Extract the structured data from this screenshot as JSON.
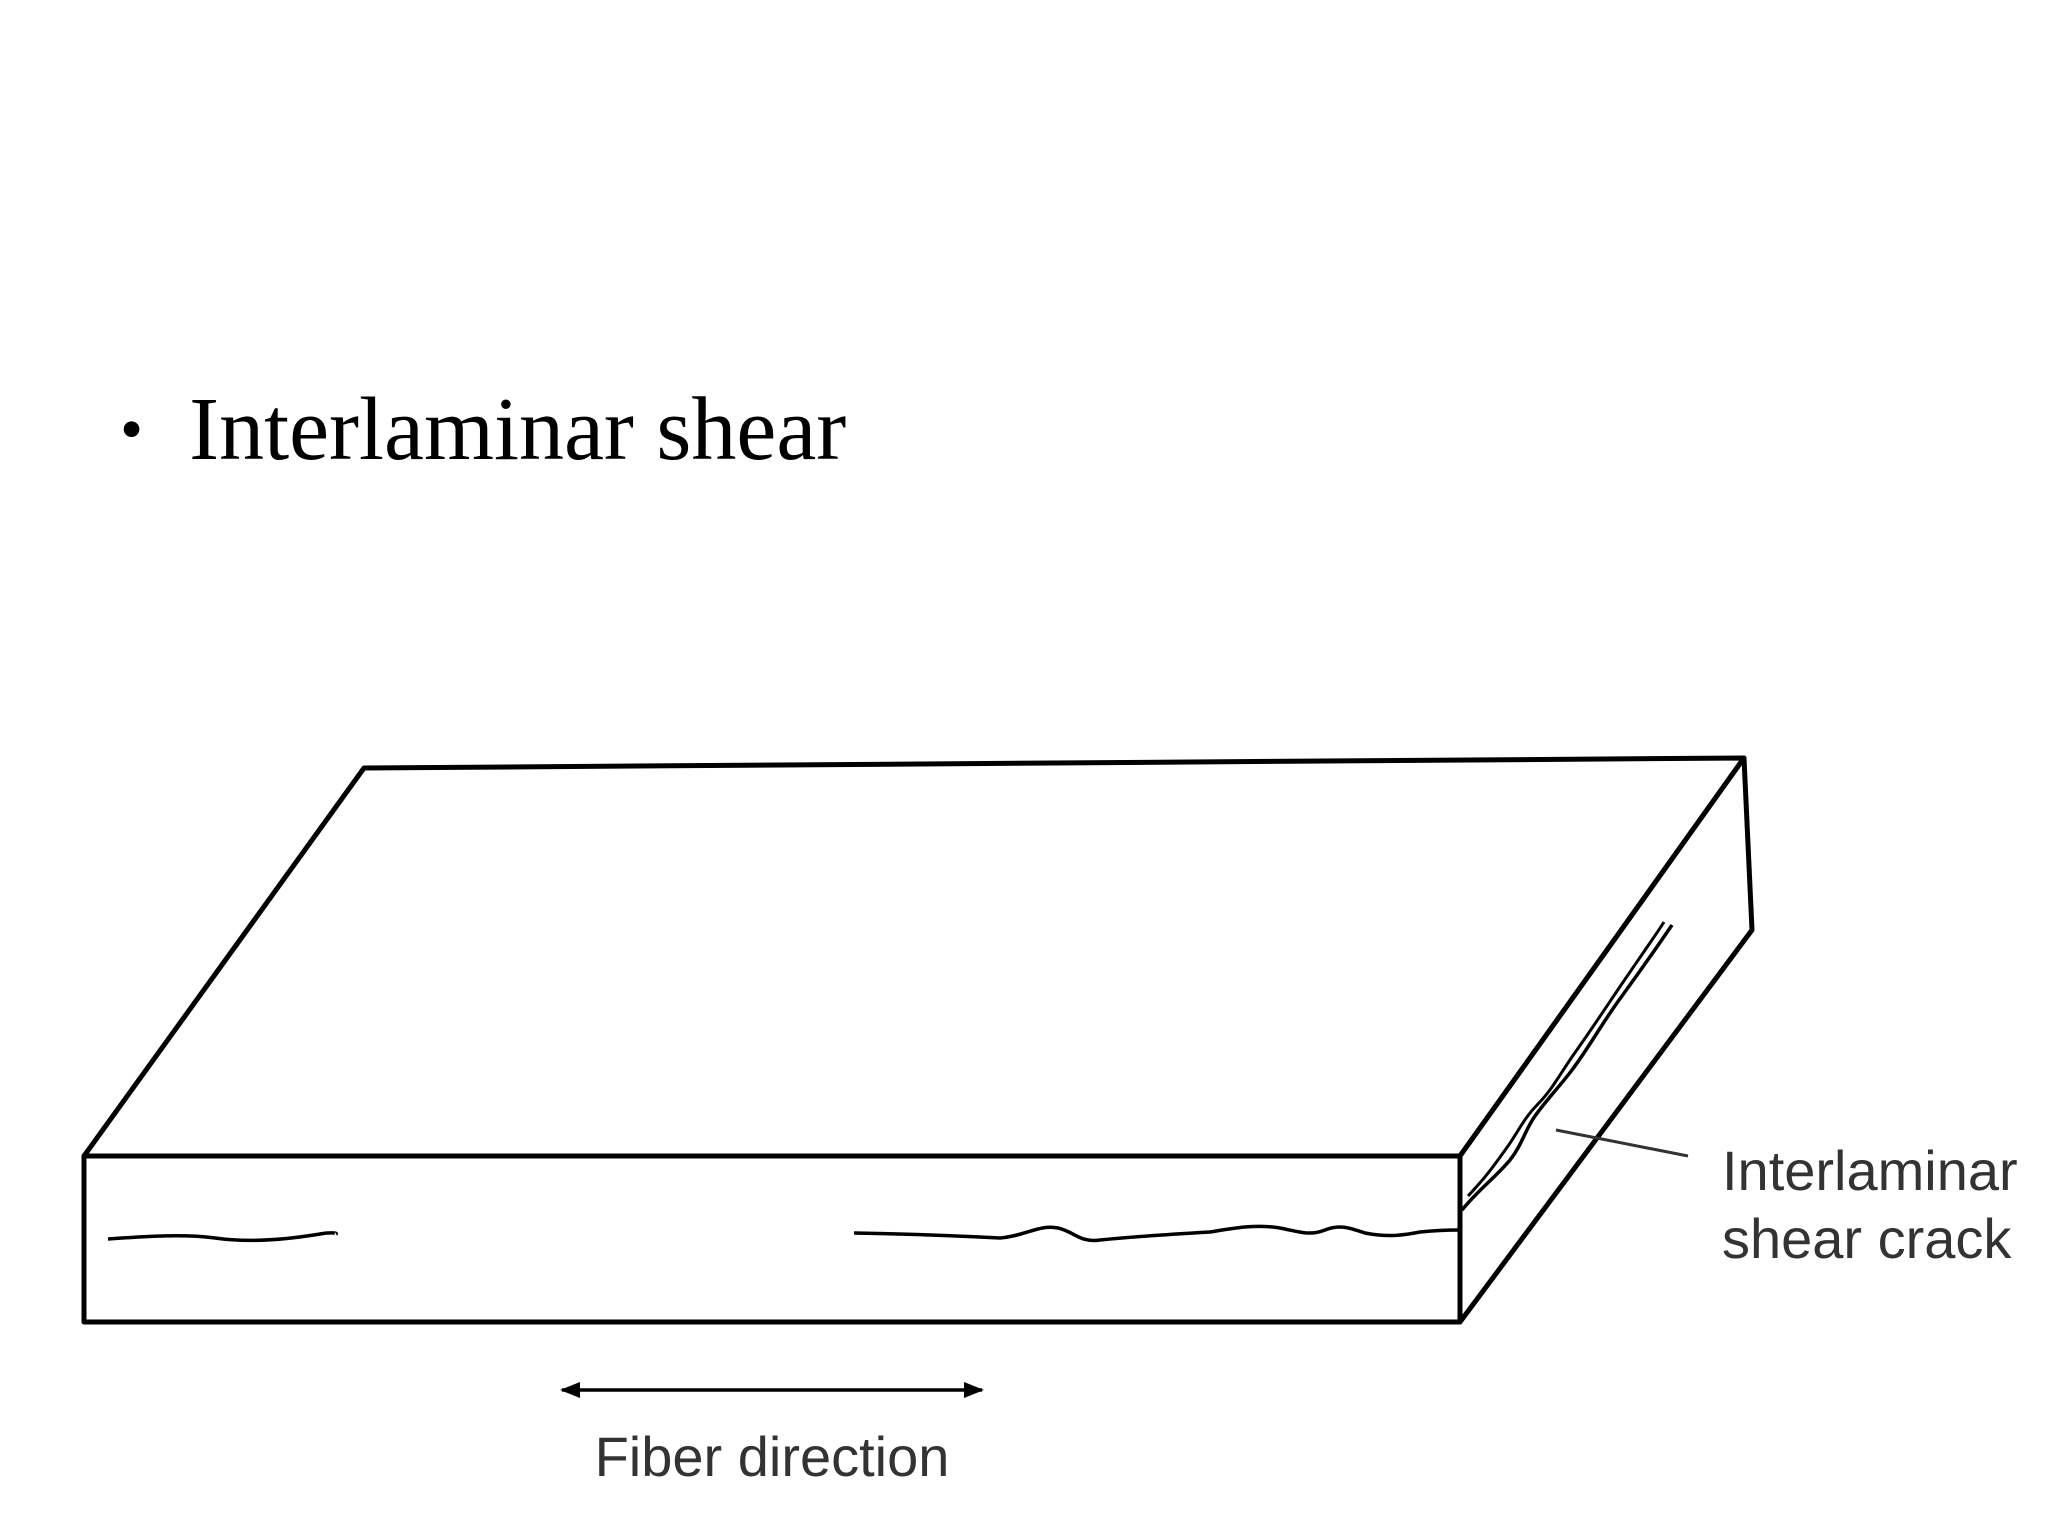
{
  "slide": {
    "bullet": "•",
    "heading": "Interlaminar shear"
  },
  "diagram": {
    "crack_label_line1": "Interlaminar",
    "crack_label_line2": "shear crack",
    "fiber_label": "Fiber direction",
    "colors": {
      "stroke": "#000000",
      "label": "#333333"
    }
  }
}
